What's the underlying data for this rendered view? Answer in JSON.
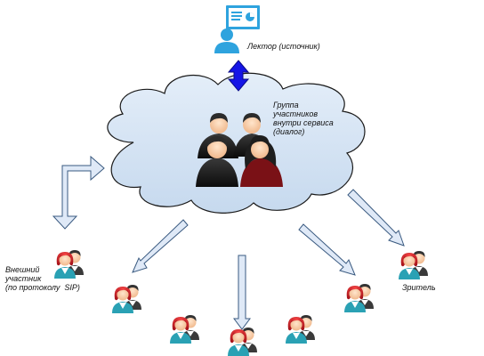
{
  "labels": {
    "lecturer": "Лектор (источник)",
    "group": [
      "Группа",
      "участников",
      "внутри сервиса",
      "(диалог)"
    ],
    "external": [
      "Внешний",
      "участник",
      "(по протоколу  SIP)"
    ],
    "viewer": "Зритель"
  },
  "colors": {
    "cloud_fill": "#d3e4f4",
    "cloud_stroke": "#1a1a1a",
    "arrow_fill": "#dfe9f7",
    "arrow_stroke": "#3a5a80",
    "blue_arrow": "#1515e6",
    "monitor": "#2ea3de",
    "woman_hair": "#cc1f27",
    "man_hair": "#2b2b2b",
    "shirt": "#2aa1b4"
  },
  "icons": {
    "lecturer": "presenter-at-screen-icon",
    "group": "business-people-group-icon",
    "user_pair": "user-pair-icon"
  }
}
